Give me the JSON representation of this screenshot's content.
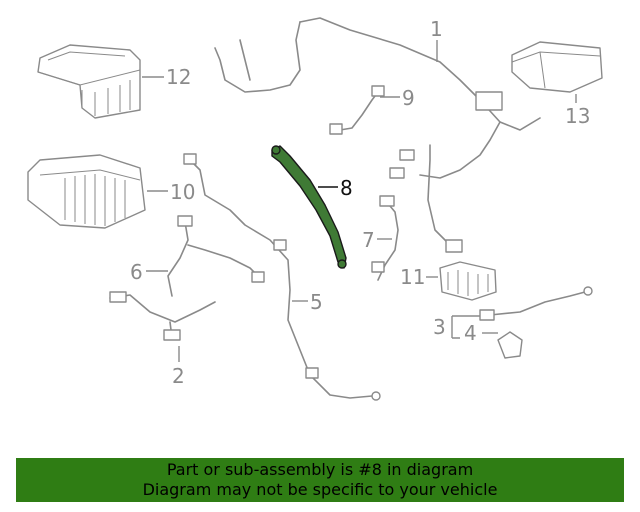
{
  "callouts": {
    "c1": "1",
    "c2": "2",
    "c3": "3",
    "c4": "4",
    "c5": "5",
    "c6": "6",
    "c7": "7",
    "c8": "8",
    "c9": "9",
    "c10": "10",
    "c11": "11",
    "c12": "12",
    "c13": "13"
  },
  "highlighted_part": "8",
  "colors": {
    "highlight": "#3f7a35",
    "banner": "#2f7d14",
    "line_art": "#8a8a8a"
  },
  "banner": {
    "line1": "Part or sub-assembly is #8 in diagram",
    "line2": "Diagram may not be specific to your vehicle"
  }
}
